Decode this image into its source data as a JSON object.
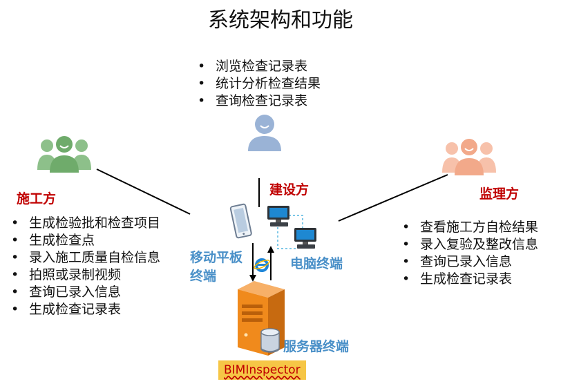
{
  "title": "系统架构和功能",
  "roles": {
    "construction": {
      "label": "施工方",
      "items": [
        "生成检验批和检查项目",
        "生成检查点",
        "录入施工质量自检信息",
        "拍照或录制视频",
        "查询已录入信息",
        "生成检查记录表"
      ]
    },
    "owner": {
      "label": "建设方",
      "items": [
        "浏览检查记录表",
        "统计分析检查结果",
        "查询检查记录表"
      ]
    },
    "supervisor": {
      "label": "监理方",
      "items": [
        "查看施工方自检结果",
        "录入复验及整改信息",
        "查询已录入信息",
        "生成检查记录表"
      ]
    }
  },
  "terminals": {
    "tablet_line1": "移动平板",
    "tablet_line2": "终端",
    "pc": "电脑终端",
    "server": "服务器终端"
  },
  "brand": "BIMInspector",
  "colors": {
    "role_text": "#c00000",
    "terminal_text": "#4a90c8",
    "green_people": "#8dc08a",
    "blue_person": "#9ab3d6",
    "orange_people": "#f2a98a",
    "server": "#f08a1c",
    "brand_bg": "#f6c646"
  },
  "icons": [
    "people-group-icon",
    "person-icon",
    "tablet-icon",
    "computer-icon",
    "server-icon",
    "browser-icon",
    "database-icon"
  ]
}
